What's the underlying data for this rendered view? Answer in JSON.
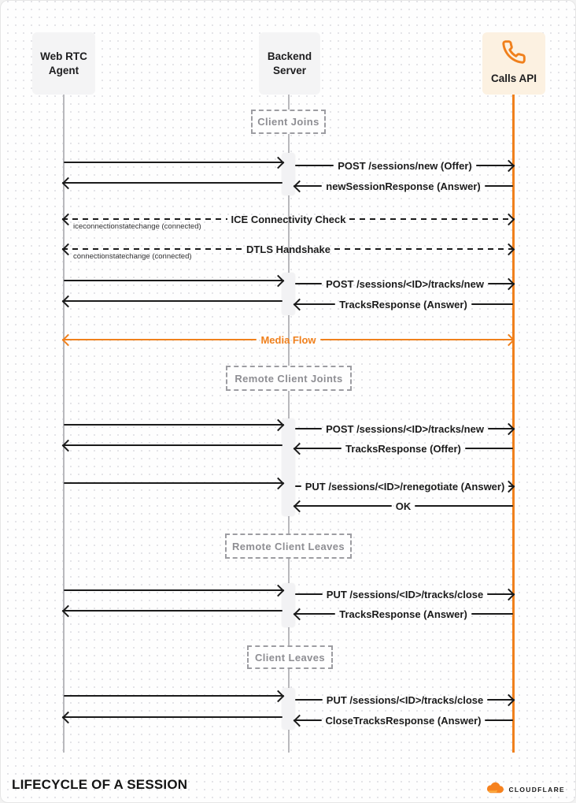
{
  "footer": {
    "title": "LIFECYCLE OF A SESSION",
    "brand": "CLOUDFLARE"
  },
  "actors": {
    "webrtc_agent": {
      "line1": "Web RTC",
      "line2": "Agent"
    },
    "backend_server": {
      "line1": "Backend",
      "line2": "Server"
    },
    "calls_api": {
      "label": "Calls API",
      "icon": "phone-icon"
    }
  },
  "sections": {
    "client_joins": "Client Joins",
    "remote_client_joins": "Remote Client Joints",
    "remote_client_leaves": "Remote Client Leaves",
    "client_leaves": "Client Leaves"
  },
  "messages": {
    "post_sessions_new": "POST /sessions/new (Offer)",
    "new_session_response": "newSessionResponse (Answer)",
    "ice_check": "ICE Connectivity Check",
    "ice_check_sub": "iceconnectionstatechange (connected)",
    "dtls_handshake": "DTLS Handshake",
    "dtls_handshake_sub": "connectionstatechange (connected)",
    "post_tracks_new_1": "POST /sessions/<ID>/tracks/new",
    "tracks_response_answer_1": "TracksResponse (Answer)",
    "media_flow": "Media Flow",
    "post_tracks_new_2": "POST /sessions/<ID>/tracks/new",
    "tracks_response_offer": "TracksResponse (Offer)",
    "put_renegotiate": "PUT /sessions/<ID>/renegotiate (Answer)",
    "ok": "OK",
    "put_tracks_close_1": "PUT /sessions/<ID>/tracks/close",
    "tracks_response_answer_2": "TracksResponse (Answer)",
    "put_tracks_close_2": "PUT /sessions/<ID>/tracks/close",
    "close_tracks_response": "CloseTracksResponse (Answer)"
  },
  "colors": {
    "accent_orange": "#F0801C",
    "lifeline_gray": "#B8B8BC",
    "arrow_black": "#1B1B1B",
    "section_gray": "#8E8E93",
    "actor_gray_bg": "#F4F4F5",
    "calls_api_bg": "#FCF1E1"
  }
}
